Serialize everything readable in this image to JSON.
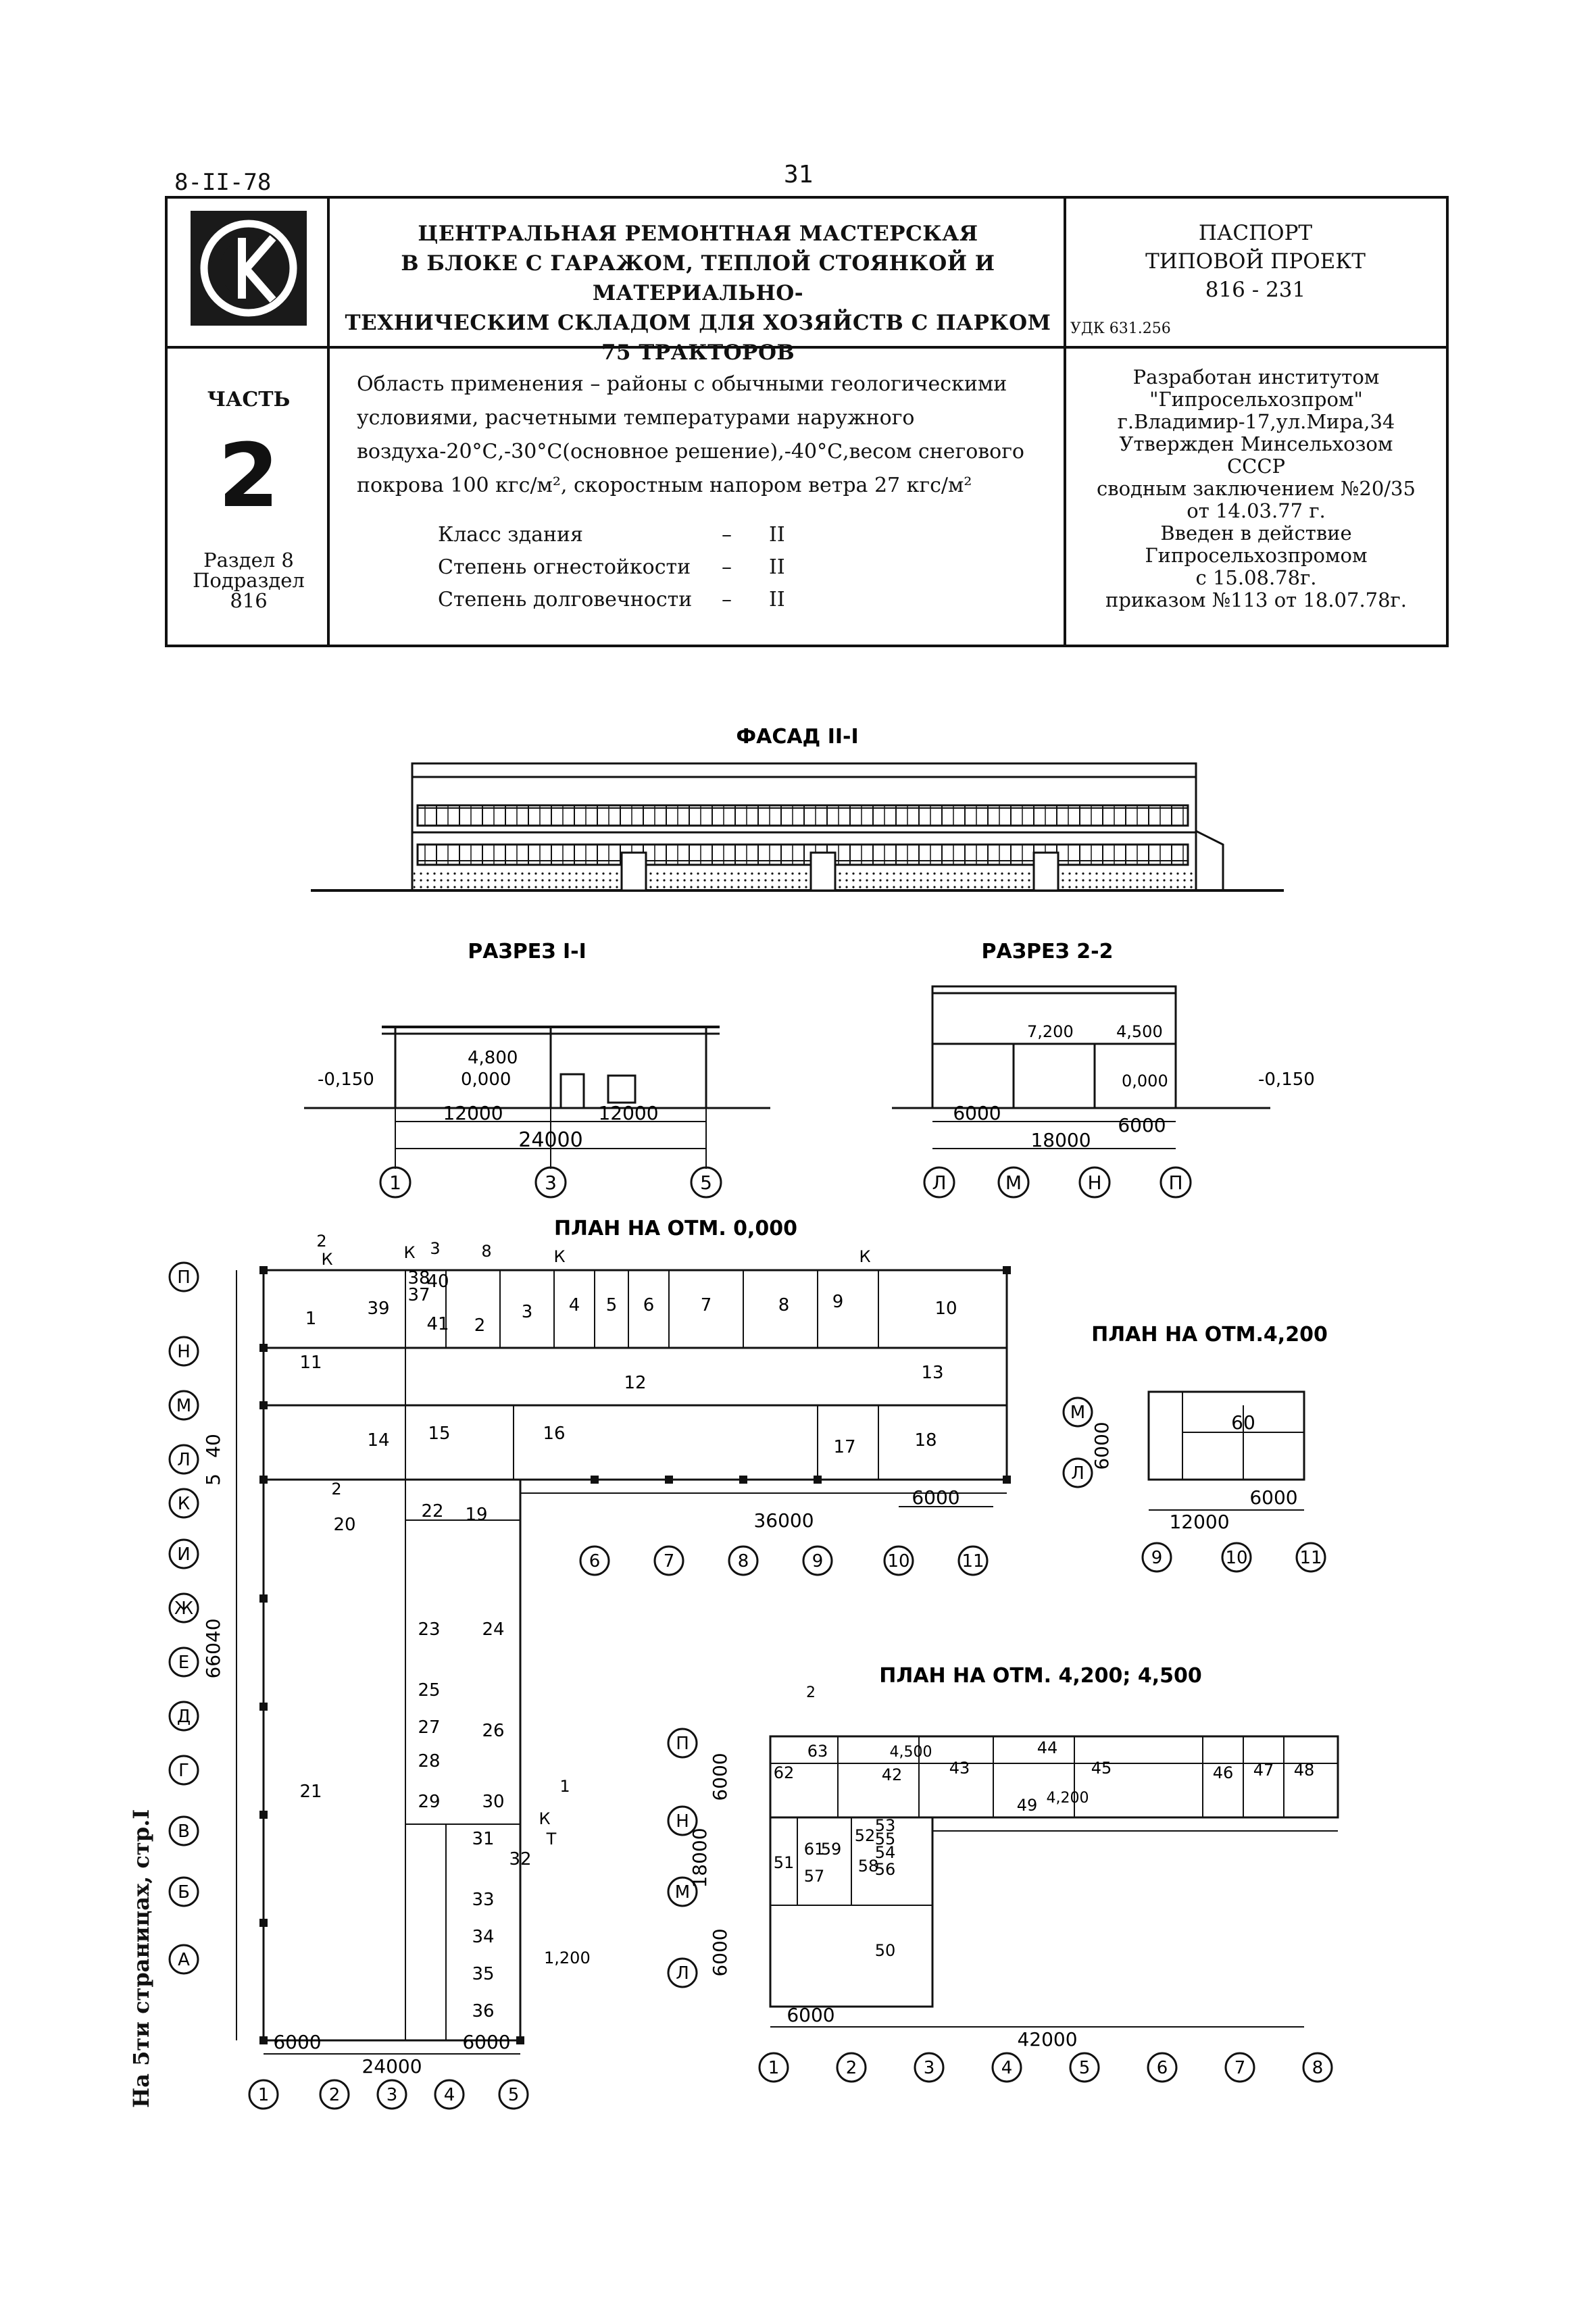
{
  "header": {
    "doc_code": "8-II-78",
    "page_number": "31"
  },
  "passport": {
    "title_lines": [
      "ЦЕНТРАЛЬНАЯ РЕМОНТНАЯ МАСТЕРСКАЯ",
      "В БЛОКЕ С ГАРАЖОМ, ТЕПЛОЙ СТОЯНКОЙ И МАТЕРИАЛЬНО-",
      "ТЕХНИЧЕСКИМ СКЛАДОМ ДЛЯ ХОЗЯЙСТВ С ПАРКОМ 75 ТРАКТОРОВ"
    ],
    "label_lines": [
      "ПАСПОРТ",
      "ТИПОВОЙ ПРОЕКТ",
      "816 - 231"
    ],
    "udk": "УДК 631.256",
    "part_label": "ЧАСТЬ",
    "part_number": "2",
    "section_lines": [
      "Раздел 8",
      "Подраздел",
      "816"
    ],
    "application_text": "Область применения – районы с обычными геологическими условиями, расчетными температурами наружного воздуха-20°С,-30°С(основное решение),-40°С,весом снегового покрова 100 кгс/м², скоростным напором ветра 27 кгс/м²",
    "classes": [
      {
        "label": "Класс здания",
        "dash": "–",
        "value": "II"
      },
      {
        "label": "Степень огнестойкости",
        "dash": "–",
        "value": "II"
      },
      {
        "label": "Степень долговечности",
        "dash": "–",
        "value": "II"
      }
    ],
    "developer_lines": [
      "Разработан институтом",
      "\"Гипросельхозпром\"",
      "г.Владимир-17,ул.Мира,34",
      "Утвержден Минсельхозом",
      "СССР",
      "сводным заключением №20/35",
      "от 14.03.77 г.",
      "Введен в действие",
      "Гипросельхозпромом",
      "с 15.08.78г.",
      "приказом №113 от 18.07.78г."
    ]
  },
  "drawings": {
    "facade_title": "ФАСАД II-I",
    "section1_title": "РАЗРЕЗ I-I",
    "section2_title": "РАЗРЕЗ 2-2",
    "plan0_title": "ПЛАН НА ОТМ. 0,000",
    "plan42_title": "ПЛАН НА ОТМ.4,200",
    "plan4245_title": "ПЛАН НА ОТМ. 4,200; 4,500",
    "section1": {
      "marks": [
        "-0,150",
        "4,800",
        "0,000"
      ],
      "dims": [
        "12000",
        "12000",
        "24000"
      ],
      "axes": [
        "1",
        "3",
        "5"
      ]
    },
    "section2": {
      "marks": [
        "7,200",
        "4,500",
        "0,000",
        "-0,150"
      ],
      "dims": [
        "6000",
        "18000",
        "6000"
      ],
      "axes": [
        "Л",
        "М",
        "Н",
        "П"
      ]
    },
    "plan0": {
      "row_axes": [
        "П",
        "Н",
        "М",
        "Л",
        "К",
        "И",
        "Ж",
        "Е",
        "Д",
        "Г",
        "В",
        "Б",
        "А"
      ],
      "col_axes_bottom": [
        "1",
        "2",
        "3",
        "4",
        "5"
      ],
      "col_axes_right": [
        "6",
        "7",
        "8",
        "9",
        "10",
        "11"
      ],
      "dims": [
        "6000",
        "24000",
        "6000",
        "36000",
        "6000",
        "66040",
        "40",
        "5"
      ],
      "rooms": [
        "1",
        "2",
        "3",
        "4",
        "5",
        "6",
        "7",
        "8",
        "9",
        "10",
        "11",
        "12",
        "13",
        "14",
        "15",
        "16",
        "17",
        "18",
        "19",
        "20",
        "21",
        "22",
        "23",
        "24",
        "25",
        "26",
        "27",
        "28",
        "29",
        "30",
        "31",
        "32",
        "33",
        "34",
        "35",
        "36",
        "37",
        "38",
        "39",
        "40",
        "41"
      ],
      "cut_marks": [
        "2",
        "К",
        "3",
        "8",
        "К",
        "К",
        "К",
        "1",
        "К",
        "Т",
        "2"
      ],
      "elevation": "1,200"
    },
    "plan42": {
      "row_axes": [
        "М",
        "Л"
      ],
      "col_axes": [
        "9",
        "10",
        "11"
      ],
      "dims": [
        "6000",
        "12000",
        "6000"
      ],
      "room": "60"
    },
    "plan4245": {
      "row_axes": [
        "П",
        "Н",
        "М",
        "Л"
      ],
      "col_axes": [
        "1",
        "2",
        "3",
        "4",
        "5",
        "6",
        "7",
        "8"
      ],
      "dims": [
        "6000",
        "18000",
        "6000",
        "6000",
        "42000"
      ],
      "rooms": [
        "42",
        "43",
        "44",
        "45",
        "46",
        "47",
        "48",
        "49",
        "50",
        "51",
        "52",
        "53",
        "54",
        "55",
        "56",
        "57",
        "58",
        "59",
        "61",
        "62",
        "63"
      ],
      "marks": [
        "4,500",
        "4,200",
        "2"
      ]
    }
  },
  "side_note": "На 5ти страницах, стр.I"
}
